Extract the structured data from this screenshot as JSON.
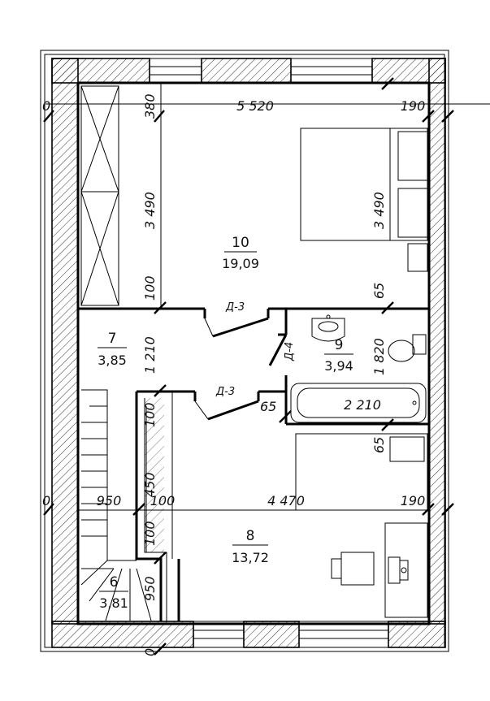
{
  "rooms": [
    {
      "number": "10",
      "area": "19,09"
    },
    {
      "number": "7",
      "area": "3,85"
    },
    {
      "number": "9",
      "area": "3,94"
    },
    {
      "number": "8",
      "area": "13,72"
    },
    {
      "number": "6",
      "area": "3,81"
    }
  ],
  "doors": {
    "d3_upper": "Д-3",
    "d4": "Д-4",
    "d3_lower": "Д-3"
  },
  "dimensions": {
    "top_left": "380",
    "top_main": "5 520",
    "top_right": "190",
    "left_height": "3 490",
    "right_height": "3 490",
    "wall_100_a": "100",
    "wall_65_a": "65",
    "hall_height": "1 210",
    "bath_height": "1 820",
    "wall_100_b": "100",
    "wall_65_b": "65",
    "bath_width": "2 210",
    "wall_65_c": "65",
    "stair_450": "450",
    "mid_left": "950",
    "mid_100": "100",
    "mid_main": "4 470",
    "mid_right": "190",
    "wall_100_c": "100",
    "stair_950": "950",
    "edge_left_top": "0",
    "edge_left_mid": "0",
    "edge_bottom": "0"
  }
}
